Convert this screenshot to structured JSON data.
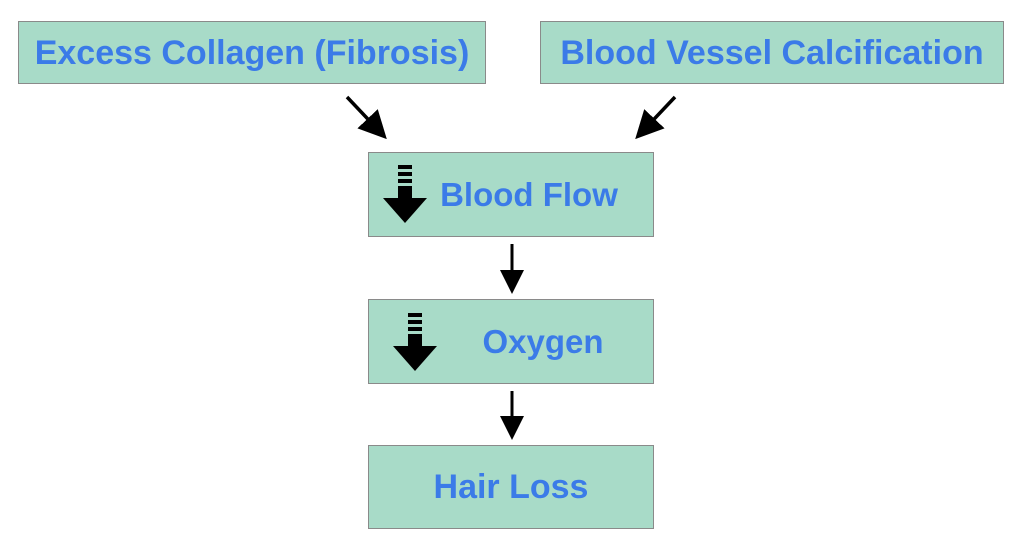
{
  "diagram": {
    "nodes": {
      "fibrosis": {
        "label": "Excess Collagen (Fibrosis)"
      },
      "calcification": {
        "label": "Blood Vessel Calcification"
      },
      "blood_flow": {
        "label": "Blood Flow",
        "icon": "decrease-arrow-icon"
      },
      "oxygen": {
        "label": "Oxygen",
        "icon": "decrease-arrow-icon"
      },
      "hair_loss": {
        "label": "Hair Loss"
      }
    },
    "edges": [
      {
        "from": "fibrosis",
        "to": "blood_flow"
      },
      {
        "from": "calcification",
        "to": "blood_flow"
      },
      {
        "from": "blood_flow",
        "to": "oxygen"
      },
      {
        "from": "oxygen",
        "to": "hair_loss"
      }
    ],
    "colors": {
      "box_fill": "#a8dbc8",
      "box_border": "#8a8a8a",
      "text": "#3b7be8",
      "arrow": "#000000"
    }
  }
}
